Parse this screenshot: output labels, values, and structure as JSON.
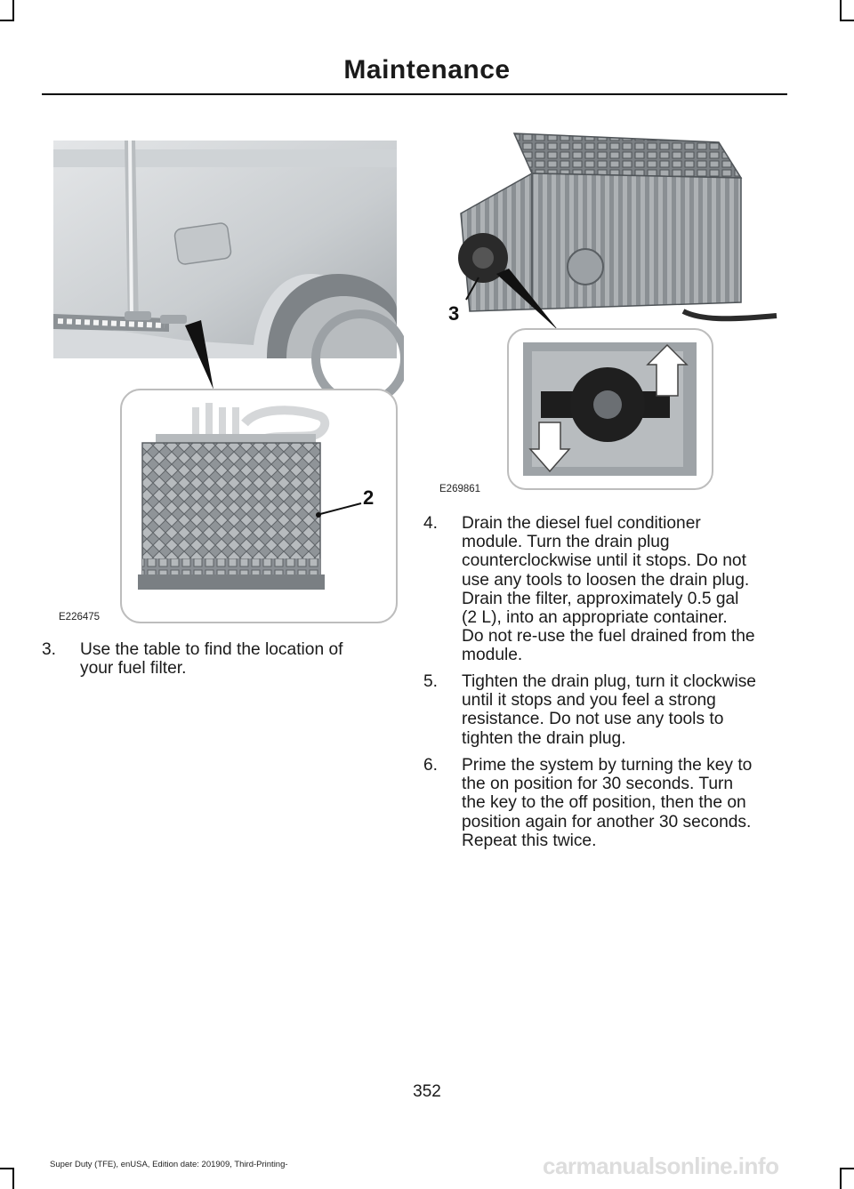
{
  "header": {
    "title": "Maintenance"
  },
  "figures": {
    "left": {
      "id": "E226475",
      "callout": "2"
    },
    "right": {
      "id": "E269861",
      "callout": "3"
    }
  },
  "steps": [
    {
      "number": "3.",
      "lines": [
        "Use the table to find the location of",
        "your fuel filter."
      ]
    },
    {
      "number": "4.",
      "lines": [
        "Drain the diesel fuel conditioner",
        "module.  Turn the drain plug",
        "counterclockwise until it stops.  Do not",
        "use any tools to loosen the drain plug.",
        "Drain the filter, approximately 0.5 gal",
        "(2 L), into an appropriate container.",
        "Do not re-use the fuel drained from the",
        "module."
      ]
    },
    {
      "number": "5.",
      "lines": [
        "Tighten the drain plug, turn it clockwise",
        "until it stops and you feel a strong",
        "resistance.  Do not use any tools to",
        "tighten the drain plug."
      ]
    },
    {
      "number": "6.",
      "lines": [
        "Prime the system by turning the key to",
        "the on position for 30 seconds. Turn",
        "the key to the off position, then the on",
        "position again for another 30 seconds.",
        "Repeat this twice."
      ]
    }
  ],
  "page_number": "352",
  "footer": "Super Duty (TFE), enUSA, Edition date: 201909, Third-Printing-",
  "watermark": "carmanualsonline.info"
}
